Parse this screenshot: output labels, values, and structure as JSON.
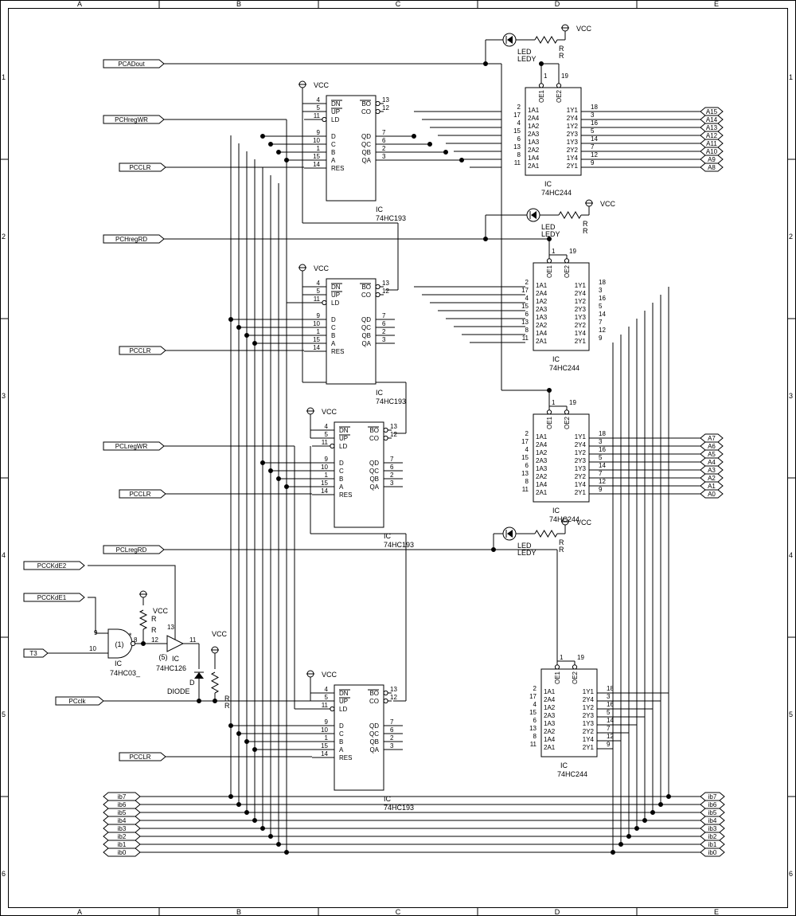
{
  "sheet": {
    "col_labels": [
      "A",
      "B",
      "C",
      "D",
      "E"
    ],
    "row_labels": [
      "1",
      "2",
      "3",
      "4",
      "5",
      "6"
    ]
  },
  "ports_left": {
    "pcadout": "PCADout",
    "pchregwr": "PCHregWR",
    "pcclr_1": "PCCLR",
    "pchregrd": "PCHregRD",
    "pcclr_2": "PCCLR",
    "pclregwr": "PCLregWR",
    "pcclr_3": "PCCLR",
    "pclregrd": "PCLregRD",
    "pcckde2": "PCCKdE2",
    "pcckde1": "PCCKdE1",
    "t3": "T3",
    "pcclk": "PCclk",
    "pcclr_4": "PCCLR"
  },
  "counter": {
    "ic": "IC",
    "part": "74HC193",
    "inputs": [
      "DN",
      "UP",
      "LD",
      "D",
      "C",
      "B",
      "A",
      "RES"
    ],
    "in_pins": [
      "4",
      "5",
      "11",
      "9",
      "10",
      "1",
      "15",
      "14"
    ],
    "outputs": [
      "BO",
      "CO",
      "QD",
      "QC",
      "QB",
      "QA"
    ],
    "out_pins": [
      "13",
      "12",
      "7",
      "6",
      "2",
      "3"
    ]
  },
  "buffer": {
    "ic": "IC",
    "part": "74HC244",
    "oe": [
      "OE1",
      "OE2"
    ],
    "oe_pins": [
      "1",
      "19"
    ],
    "inputs": [
      "1A1",
      "2A4",
      "1A2",
      "2A3",
      "1A3",
      "2A2",
      "1A4",
      "2A1"
    ],
    "in_pins": [
      "2",
      "17",
      "4",
      "15",
      "6",
      "13",
      "8",
      "11"
    ],
    "outputs": [
      "1Y1",
      "2Y4",
      "1Y2",
      "2Y3",
      "1Y3",
      "2Y2",
      "1Y4",
      "2Y1"
    ],
    "out_pins": [
      "18",
      "3",
      "16",
      "5",
      "14",
      "7",
      "12",
      "9"
    ]
  },
  "led": {
    "name": "LED",
    "value": "LEDY",
    "r_name": "R",
    "r_value": "R",
    "vcc": "VCC"
  },
  "vcc": "VCC",
  "addr_high": [
    "A15",
    "A14",
    "A13",
    "A12",
    "A11",
    "A10",
    "A9",
    "A8"
  ],
  "addr_low": [
    "A7",
    "A6",
    "A5",
    "A4",
    "A3",
    "A2",
    "A1",
    "A0"
  ],
  "bus_left": [
    "ib7",
    "ib6",
    "ib5",
    "ib4",
    "ib3",
    "ib2",
    "ib1",
    "ib0"
  ],
  "bus_right": [
    "ib7",
    "ib6",
    "ib5",
    "ib4",
    "ib3",
    "ib2",
    "ib1",
    "ib0"
  ],
  "clock_logic": {
    "nand_ic": "IC",
    "nand_part": "74HC03_",
    "nand_unit": "(1)",
    "nand_star": "*",
    "nand_pins": [
      "9",
      "10",
      "8"
    ],
    "buf_ic": "IC",
    "buf_part": "74HC126",
    "buf_unit": "(5)",
    "buf_pins": [
      "12",
      "13",
      "11"
    ],
    "pullup_r": "R",
    "pullup_r_value": "R",
    "pullup_vcc": "VCC",
    "diode_name": "D",
    "diode_value": "DIODE",
    "clk_r": "R",
    "clk_r_value": "R",
    "clk_vcc": "VCC"
  }
}
